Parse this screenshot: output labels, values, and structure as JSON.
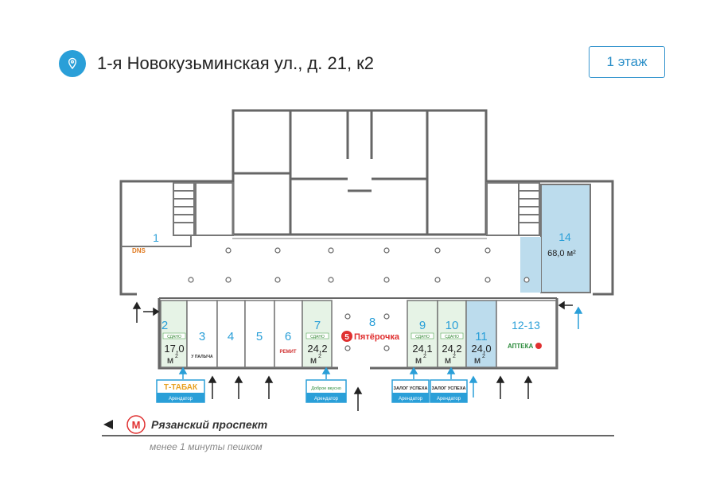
{
  "header": {
    "address": "1-я Новокузьминская ул., д. 21, к2",
    "floor_button": "1 этаж"
  },
  "units": {
    "u1": "1",
    "u2": "2",
    "u3": "3",
    "u4": "4",
    "u5": "5",
    "u6": "6",
    "u7": "7",
    "u8": "8",
    "u9": "9",
    "u10": "10",
    "u11": "11",
    "u12": "12-13",
    "u14": "14"
  },
  "areas": {
    "u14": "68,0 м²",
    "u2_num": "17,0",
    "u7_num": "24,2",
    "u9_num": "24,1",
    "u10_num": "24,2",
    "u11_num": "24,0",
    "unit_m": "м",
    "sup2": "2"
  },
  "status": {
    "rented": "СДАНО"
  },
  "tenants": {
    "dns": "DNS",
    "pyaterochka": "Пятёрочка",
    "pyaterochka_num": "5",
    "apteka": "АПТЕКА",
    "remit": "РЕМИТ",
    "u_palycha": "У ПАЛЫЧА"
  },
  "tags": {
    "t_tabak": "Т-ТАБАК",
    "arendator": "Арендатор",
    "zalog1": "ЗАЛОГ УСПЕХА",
    "zalog2": "ЗАЛОГ УСПЕХА",
    "dobry": "Доброе вкусно"
  },
  "footer": {
    "street": "Рязанский проспект",
    "metro_letter": "М",
    "walk": "менее 1 минуты пешком"
  },
  "colors": {
    "accent": "#2a9fd8",
    "rented_green": "#e6f3e6",
    "unit_blue": "#bcdced",
    "red": "#e03030"
  }
}
